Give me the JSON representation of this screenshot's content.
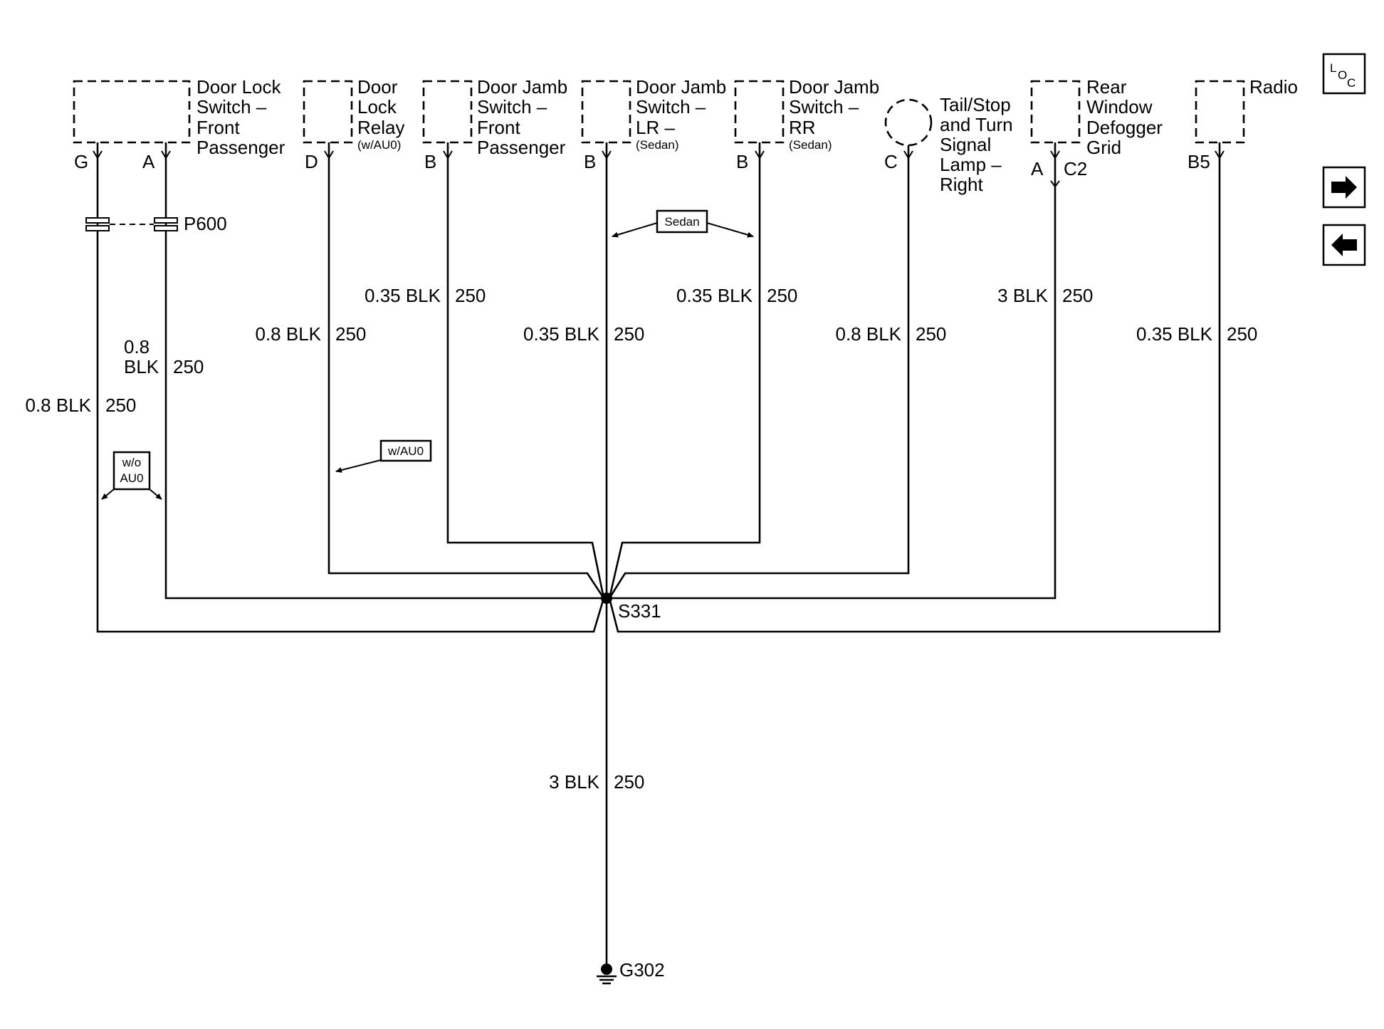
{
  "components": {
    "door_lock_switch": {
      "lines": [
        "Door Lock",
        "Switch –",
        "Front",
        "Passenger"
      ],
      "pins": [
        "G",
        "A"
      ]
    },
    "door_lock_relay": {
      "lines": [
        "Door",
        "Lock",
        "Relay"
      ],
      "note": "(w/AU0)",
      "pin": "D"
    },
    "door_jamb_front": {
      "lines": [
        "Door Jamb",
        "Switch –",
        "Front",
        "Passenger"
      ],
      "pin": "B"
    },
    "door_jamb_lr": {
      "lines": [
        "Door Jamb",
        "Switch –",
        "LR –"
      ],
      "note": "(Sedan)",
      "pin": "B"
    },
    "door_jamb_rr": {
      "lines": [
        "Door Jamb",
        "Switch –",
        "RR"
      ],
      "note": "(Sedan)",
      "pin": "B"
    },
    "tail_lamp": {
      "lines": [
        "Tail/Stop",
        "and Turn",
        "Signal",
        "Lamp –",
        "Right"
      ],
      "pin": "C"
    },
    "rear_defogger": {
      "lines": [
        "Rear",
        "Window",
        "Defogger",
        "Grid"
      ],
      "pin": "A",
      "connector": "C2"
    },
    "radio": {
      "lines": [
        "Radio"
      ],
      "pin": "B5"
    }
  },
  "connectors": {
    "p600": "P600"
  },
  "option_boxes": {
    "sedan": "Sedan",
    "w_au0": "w/AU0",
    "wo_au0": [
      "w/o",
      "AU0"
    ]
  },
  "wires": {
    "door_lock_g": {
      "size": "0.8 BLK",
      "circuit": "250"
    },
    "door_lock_a": {
      "size_lines": [
        "0.8",
        "BLK"
      ],
      "circuit": "250"
    },
    "relay_d": {
      "size": "0.8 BLK",
      "circuit": "250"
    },
    "jamb_front": {
      "size": "0.35 BLK",
      "circuit": "250"
    },
    "jamb_lr": {
      "size": "0.35 BLK",
      "circuit": "250"
    },
    "jamb_rr": {
      "size": "0.35 BLK",
      "circuit": "250"
    },
    "tail_lamp": {
      "size": "0.8 BLK",
      "circuit": "250"
    },
    "defogger": {
      "size": "3 BLK",
      "circuit": "250"
    },
    "radio": {
      "size": "0.35 BLK",
      "circuit": "250"
    },
    "main_ground": {
      "size": "3 BLK",
      "circuit": "250"
    }
  },
  "splice": "S331",
  "ground": "G302",
  "nav": {
    "loc_letters": [
      "L",
      "O",
      "C"
    ],
    "next_icon": "right-arrow-icon",
    "prev_icon": "left-arrow-icon"
  }
}
